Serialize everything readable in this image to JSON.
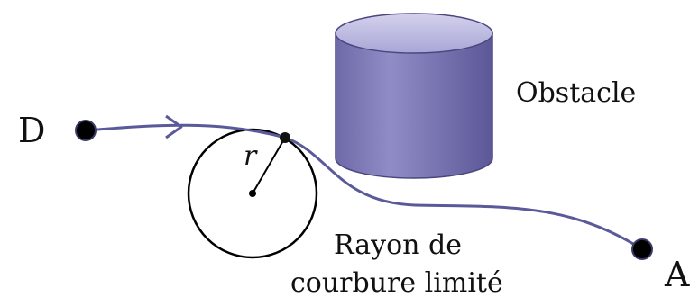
{
  "labels": {
    "start": "D",
    "end": "A",
    "obstacle": "Obstacle",
    "radius": "r",
    "caption_line1": "Rayon de",
    "caption_line2": "courbure limité"
  },
  "colors": {
    "path": "#5a5a9a",
    "obstacle_body": "#7d7ab8",
    "obstacle_dark": "#4a4680",
    "obstacle_top": "#b9b6de",
    "outline": "#000000"
  },
  "icons": {
    "start_point": "filled-circle",
    "end_point": "filled-circle",
    "direction": "arrowhead"
  }
}
